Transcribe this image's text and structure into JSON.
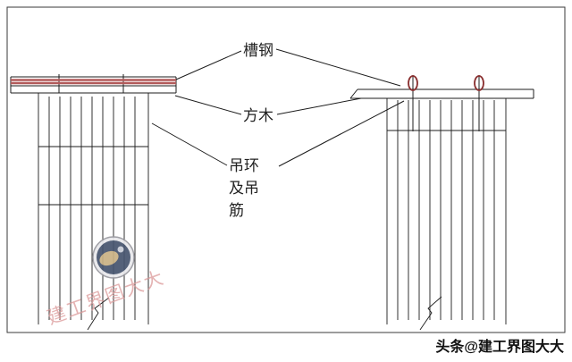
{
  "diagram": {
    "labels": {
      "channel_steel": "槽钢",
      "square_timber": "方木",
      "lifting_line1": "吊环",
      "lifting_line2": "及吊",
      "lifting_line3": "筋"
    },
    "watermark_text": "建工界图大大",
    "caption": "头条@建工界图大大",
    "colors": {
      "line": "#1c1c1c",
      "channel_steel_red": "#b25a5a",
      "lifting_ring_red": "#8a3030",
      "watermark_pink": "#dc9a9a",
      "logo_navy": "#46546e",
      "logo_tan": "#c9b184"
    }
  }
}
